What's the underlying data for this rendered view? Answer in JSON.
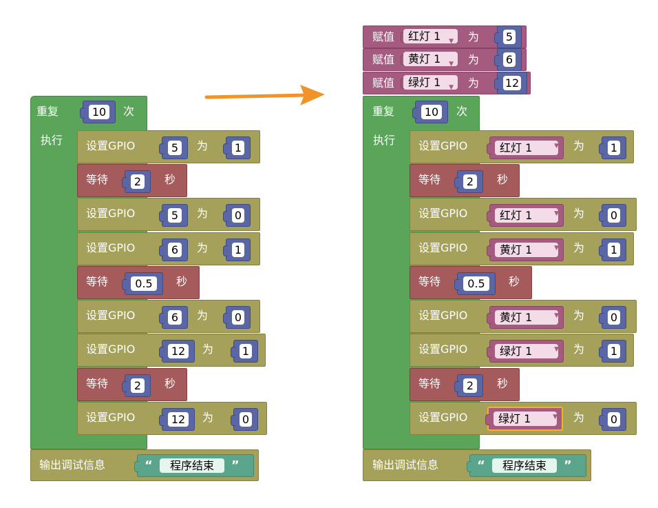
{
  "arrow_color": "#f0942a",
  "colors": {
    "loop": "#5ba55b",
    "gpio": "#a5a05a",
    "wait": "#a55b5b",
    "number": "#5b67a5",
    "variable": "#a55b80",
    "text": "#5ba58c",
    "selection": "#f2b324"
  },
  "left": {
    "repeat": {
      "label": "重复",
      "count": "10",
      "times": "次",
      "do": "执行"
    },
    "rows": [
      {
        "type": "gpio",
        "label": "设置GPIO",
        "pin": "5",
        "to": "为",
        "value": "1"
      },
      {
        "type": "wait",
        "label": "等待",
        "value": "2",
        "unit": "秒"
      },
      {
        "type": "gpio",
        "label": "设置GPIO",
        "pin": "5",
        "to": "为",
        "value": "0"
      },
      {
        "type": "gpio",
        "label": "设置GPIO",
        "pin": "6",
        "to": "为",
        "value": "1"
      },
      {
        "type": "wait",
        "label": "等待",
        "value": "0.5",
        "unit": "秒"
      },
      {
        "type": "gpio",
        "label": "设置GPIO",
        "pin": "6",
        "to": "为",
        "value": "0"
      },
      {
        "type": "gpio",
        "label": "设置GPIO",
        "pin": "12",
        "to": "为",
        "value": "1"
      },
      {
        "type": "wait",
        "label": "等待",
        "value": "2",
        "unit": "秒"
      },
      {
        "type": "gpio",
        "label": "设置GPIO",
        "pin": "12",
        "to": "为",
        "value": "0"
      }
    ],
    "print": {
      "label": "输出调试信息",
      "open_quote": "“",
      "text": "程序结束",
      "close_quote": "”"
    }
  },
  "right": {
    "assigns": [
      {
        "label": "赋值",
        "var": "红灯 1",
        "to": "为",
        "value": "5"
      },
      {
        "label": "赋值",
        "var": "黄灯 1",
        "to": "为",
        "value": "6"
      },
      {
        "label": "赋值",
        "var": "绿灯 1",
        "to": "为",
        "value": "12"
      }
    ],
    "repeat": {
      "label": "重复",
      "count": "10",
      "times": "次",
      "do": "执行"
    },
    "rows": [
      {
        "type": "gpio",
        "label": "设置GPIO",
        "var": "红灯 1",
        "to": "为",
        "value": "1"
      },
      {
        "type": "wait",
        "label": "等待",
        "value": "2",
        "unit": "秒"
      },
      {
        "type": "gpio",
        "label": "设置GPIO",
        "var": "红灯 1",
        "to": "为",
        "value": "0"
      },
      {
        "type": "gpio",
        "label": "设置GPIO",
        "var": "黄灯 1",
        "to": "为",
        "value": "1"
      },
      {
        "type": "wait",
        "label": "等待",
        "value": "0.5",
        "unit": "秒"
      },
      {
        "type": "gpio",
        "label": "设置GPIO",
        "var": "黄灯 1",
        "to": "为",
        "value": "0"
      },
      {
        "type": "gpio",
        "label": "设置GPIO",
        "var": "绿灯 1",
        "to": "为",
        "value": "1"
      },
      {
        "type": "wait",
        "label": "等待",
        "value": "2",
        "unit": "秒"
      },
      {
        "type": "gpio",
        "label": "设置GPIO",
        "var": "绿灯 1",
        "to": "为",
        "value": "0",
        "selected": true
      }
    ],
    "print": {
      "label": "输出调试信息",
      "open_quote": "“",
      "text": "程序结束",
      "close_quote": "”"
    }
  }
}
